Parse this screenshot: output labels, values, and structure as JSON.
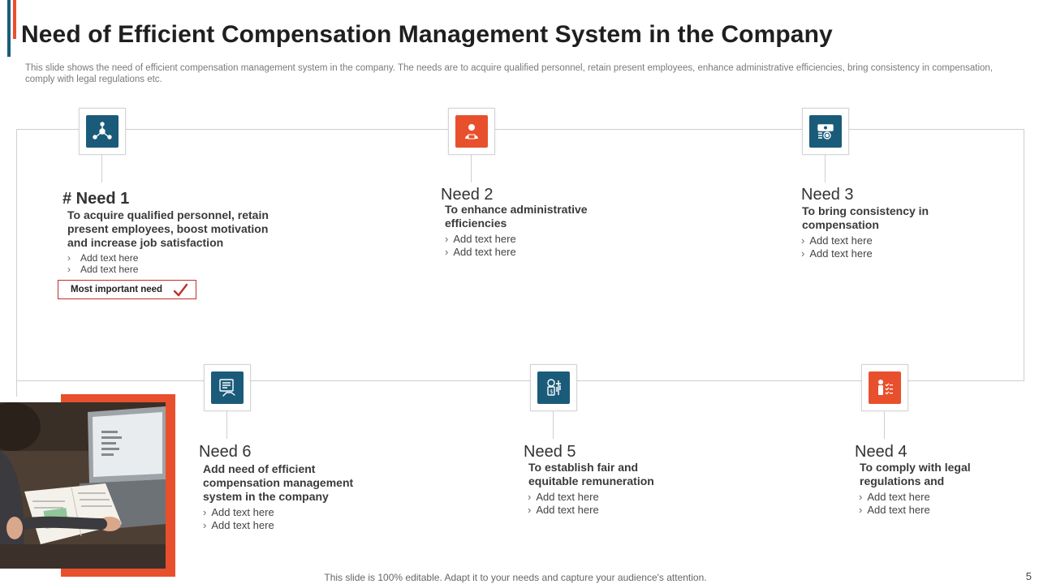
{
  "slide": {
    "title": "Need of Efficient Compensation Management System in the Company",
    "subtitle": "This slide shows the need of efficient compensation management system in the company. The needs are to acquire qualified personnel, retain present employees, enhance administrative efficiencies, bring consistency in compensation, comply with legal regulations etc.",
    "footer": "This slide is 100% editable. Adapt it to your needs and capture your audience's attention.",
    "page_number": "5"
  },
  "colors": {
    "teal": "#1b5b7a",
    "orange": "#e8502d",
    "tag_border": "#c0302b"
  },
  "needs": {
    "need1": {
      "heading": "# Need 1",
      "description": "To acquire qualified personnel, retain present employees, boost motivation and increase job satisfaction",
      "bullets": [
        "Add text here",
        "Add text here"
      ],
      "tag": "Most important need",
      "icon": "team-network-icon"
    },
    "need2": {
      "heading": "Need  2",
      "description": "To enhance administrative efficiencies",
      "bullets": [
        "Add text here",
        "Add text here"
      ],
      "icon": "presenter-person-icon"
    },
    "need3": {
      "heading": "Need  3",
      "description": "To bring consistency in compensation",
      "bullets": [
        "Add text here",
        "Add text here"
      ],
      "icon": "money-gears-icon"
    },
    "need4": {
      "heading": "Need  4",
      "description": "To comply with legal regulations and",
      "bullets": [
        "Add text here",
        "Add text here"
      ],
      "icon": "person-checklist-icon"
    },
    "need5": {
      "heading": "Need  5",
      "description": "To establish fair and equitable remuneration",
      "bullets": [
        "Add text here",
        "Add text here"
      ],
      "icon": "balance-robot-icon"
    },
    "need6": {
      "heading": "Need  6",
      "description": "Add need of efficient compensation management system in the company",
      "bullets": [
        "Add text here",
        "Add text here"
      ],
      "icon": "hand-document-icon"
    }
  }
}
